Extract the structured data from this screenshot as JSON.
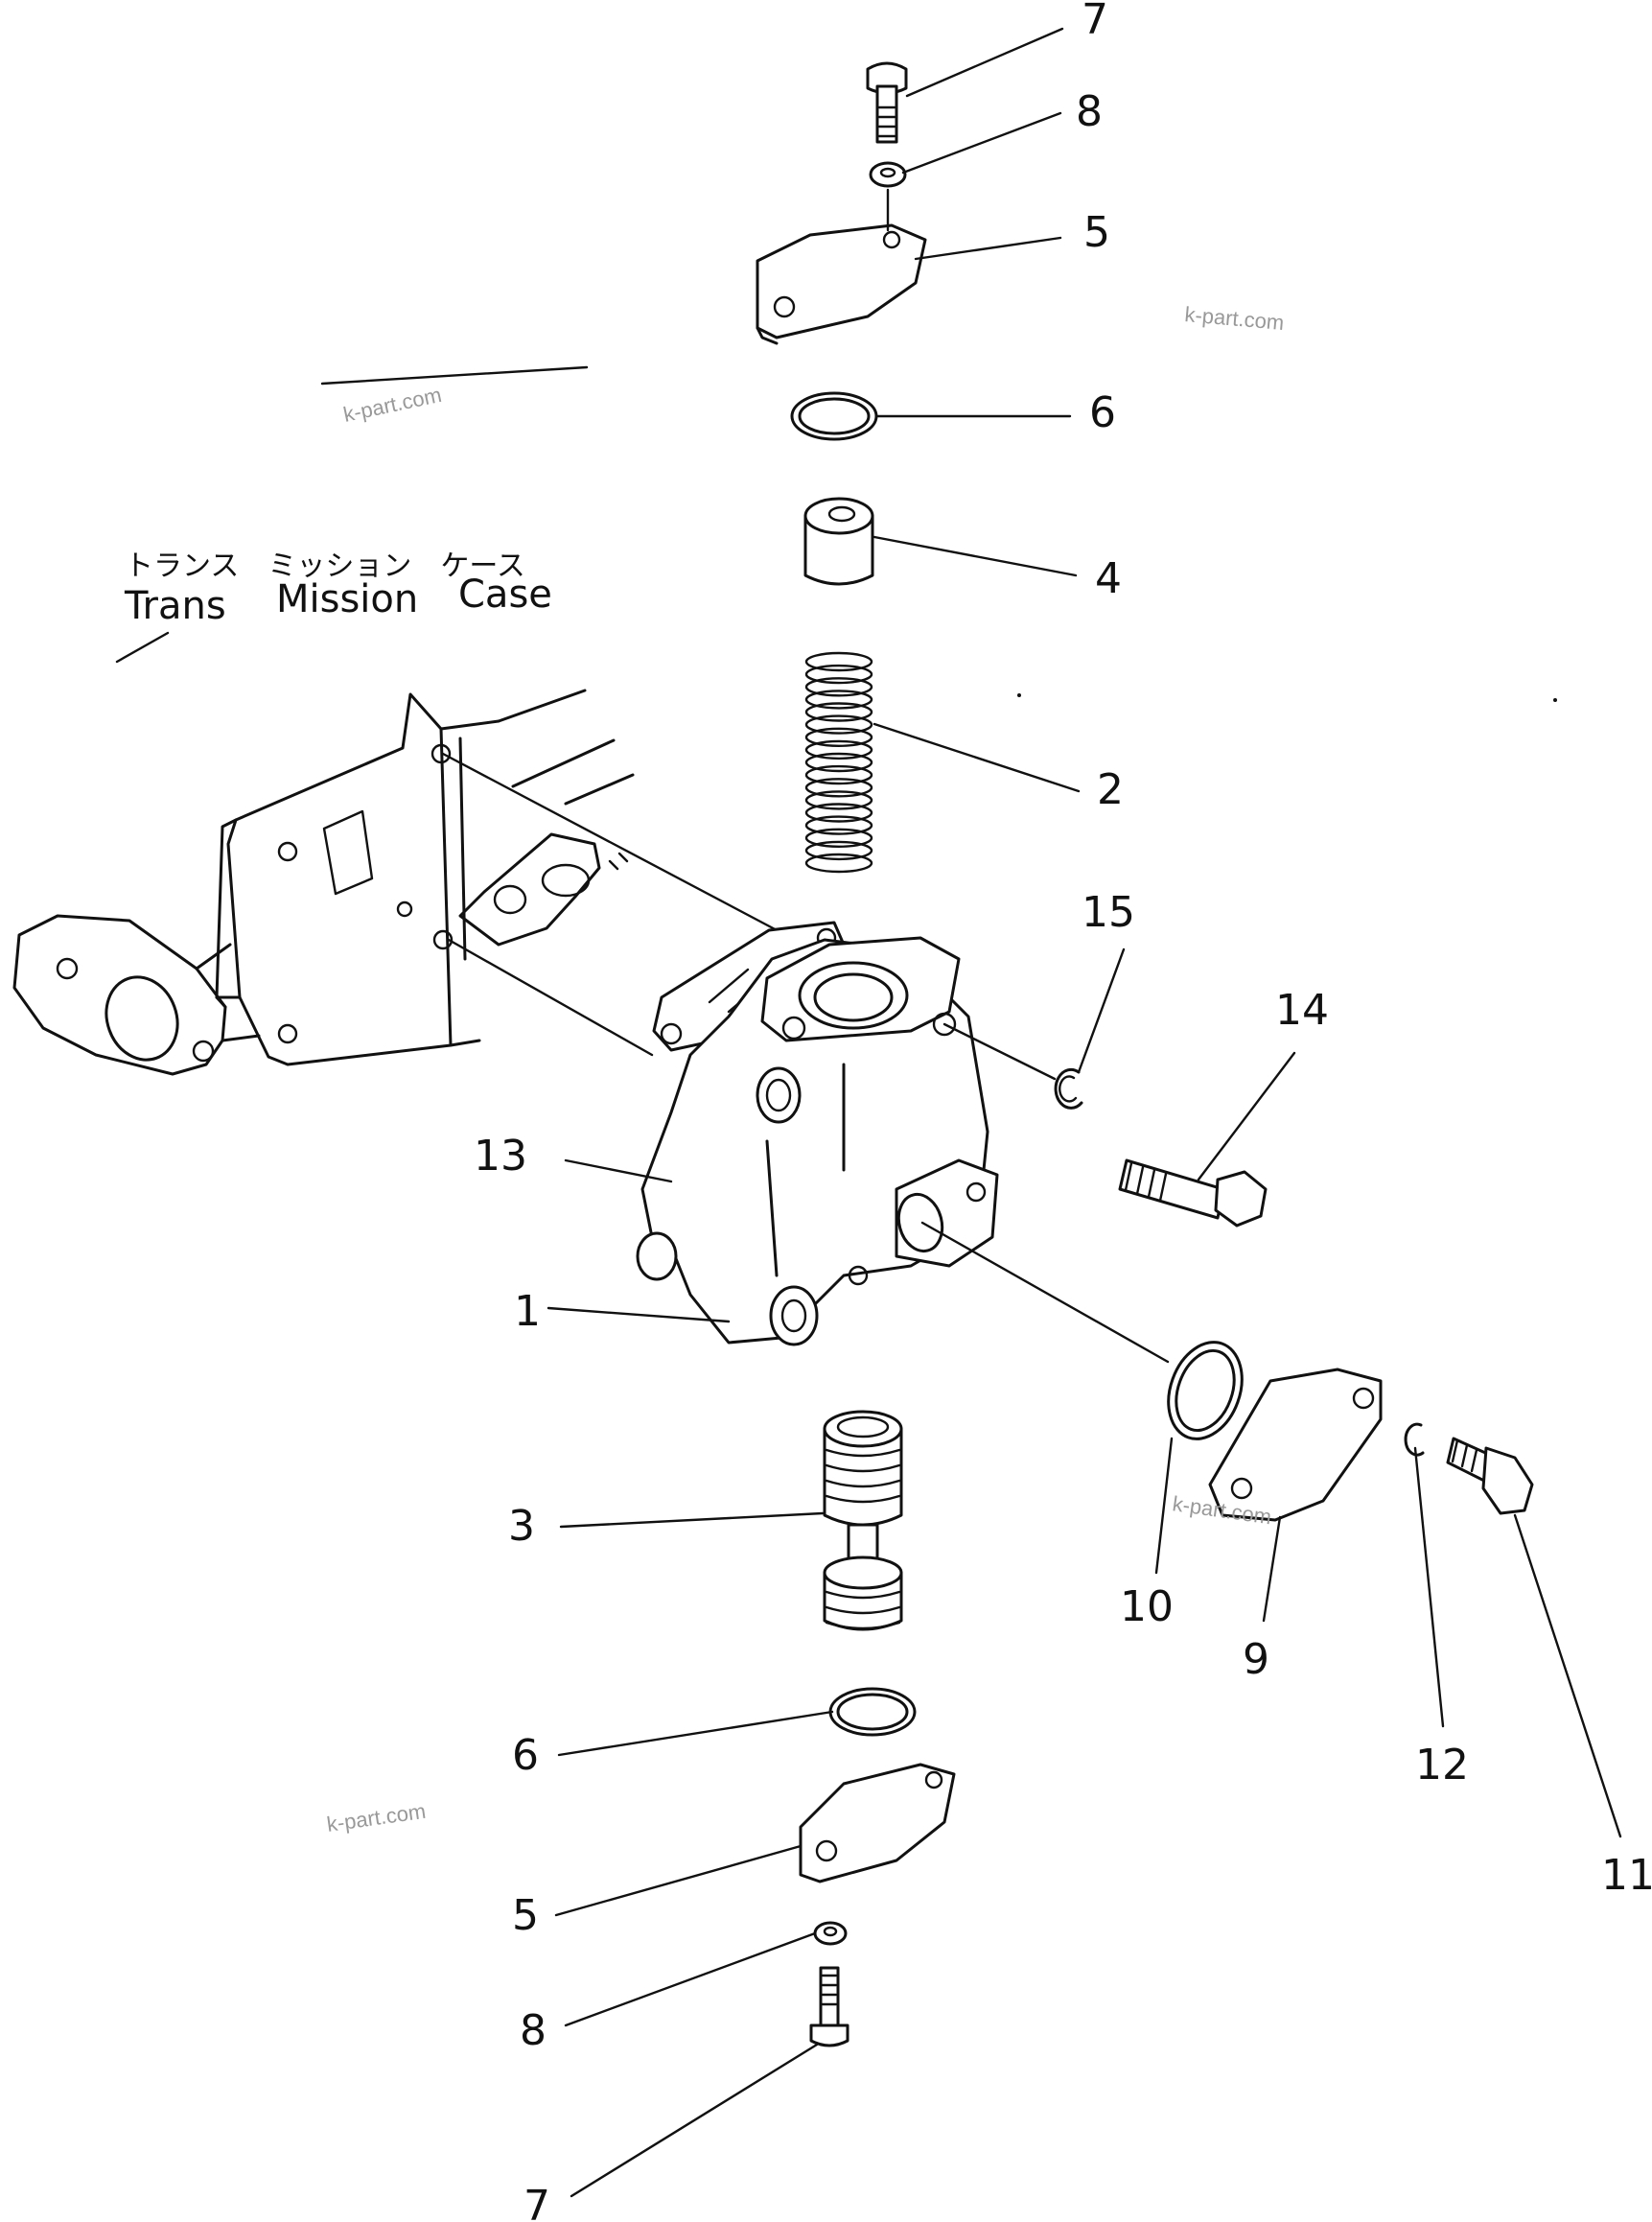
{
  "case_label": {
    "japanese": "トランス　ミッション　ケース",
    "english_1": "Trans",
    "english_2": "Mission",
    "english_3": "Case"
  },
  "watermarks": [
    "k-part.com",
    "k-part.com",
    "k-part.com",
    "k-part.com"
  ],
  "callouts": [
    "7",
    "8",
    "5",
    "6",
    "4",
    "2",
    "15",
    "14",
    "13",
    "1",
    "3",
    "10",
    "9",
    "12",
    "11",
    "6",
    "5",
    "8",
    "7"
  ]
}
